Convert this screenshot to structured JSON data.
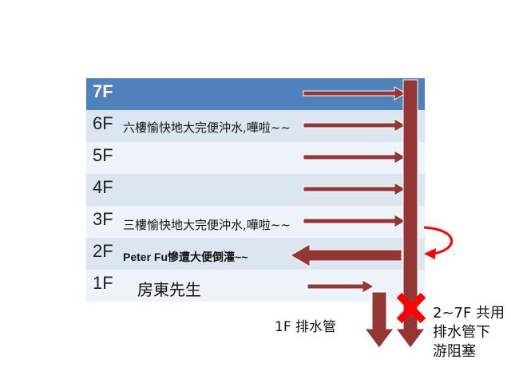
{
  "floors": [
    {
      "label": "7F",
      "desc": ""
    },
    {
      "label": "6F",
      "desc": "六樓愉快地大完便沖水,嘩啦~~"
    },
    {
      "label": "5F",
      "desc": ""
    },
    {
      "label": "4F",
      "desc": ""
    },
    {
      "label": "3F",
      "desc": "三樓愉快地大完便沖水,嘩啦~~"
    },
    {
      "label": "2F",
      "desc": "Peter Fu慘遭大便倒灌~~"
    },
    {
      "label": "1F",
      "desc": "房東先生"
    }
  ],
  "notes": {
    "pipe_1f": "1F  排水管",
    "blockage_line1": "2~7F 共用",
    "blockage_line2": "排水管下",
    "blockage_line3": "游阻塞"
  },
  "colors": {
    "header_blue": "#4f81bd",
    "row_light": "#dce6f1",
    "row_lighter": "#eef3fa",
    "arrow_red": "#943634",
    "x_red": "#ff0000"
  }
}
